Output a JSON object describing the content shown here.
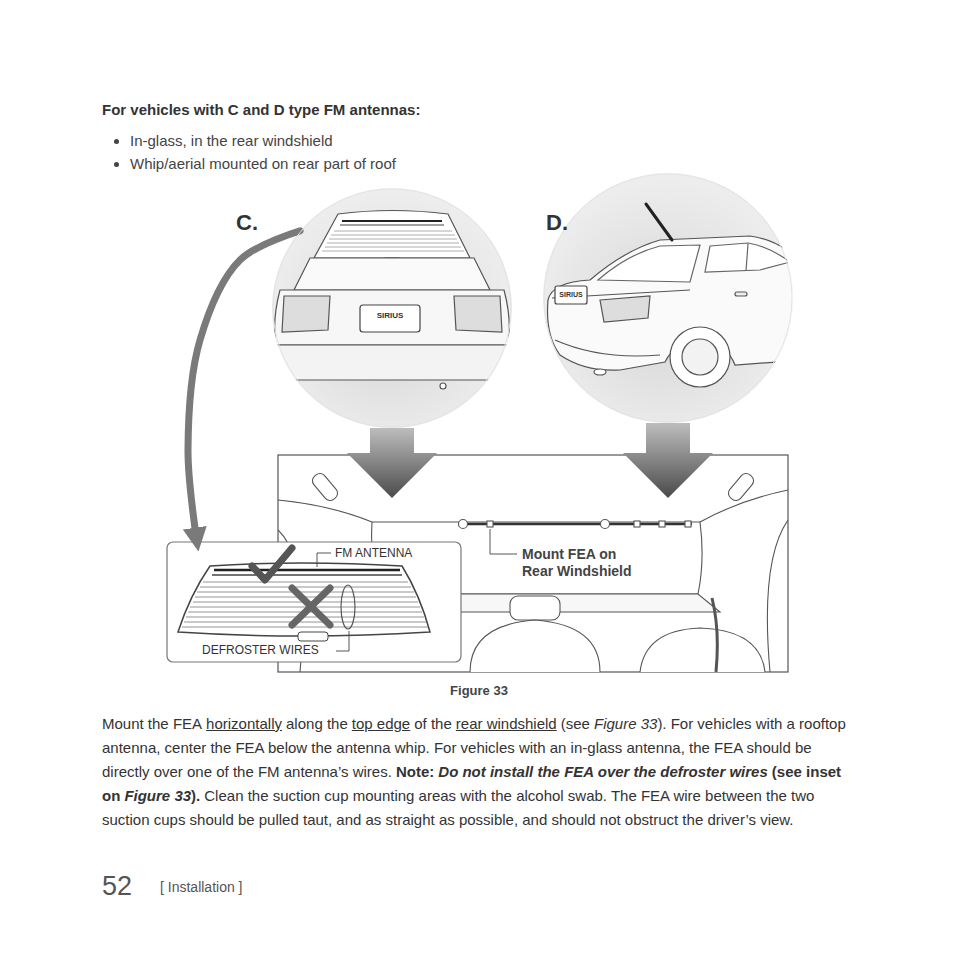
{
  "diagram": {
    "title": "For vehicles with C and D type FM antennas:",
    "caption": "Figure 33",
    "nodes": [
      {
        "text": [
          "C."
        ]
      },
      {
        "text": [
          "D."
        ]
      },
      {
        "text": [
          "Mount FEA on Rear Windshield"
        ]
      },
      {
        "text": [
          "FM ANTENNA",
          "DEFROSTER WIRES"
        ]
      }
    ],
    "edges": [
      {
        "from": 0,
        "to": 2,
        "arrow": "to"
      },
      {
        "from": 1,
        "to": 2,
        "arrow": "to"
      },
      {
        "from": 0,
        "to": 3,
        "arrow": "to"
      }
    ],
    "labels": [
      "In-glass, in the rear windshield",
      "Whip/aerial mounted on rear part of roof",
      "Mount the FEA",
      "horizontally",
      "along the",
      "top edge",
      "of the",
      "rear windshield",
      "(see",
      "Figure 33",
      "). For vehicles with a rooftop antenna, center the FEA below the antenna whip. For vehicles with an in-glass antenna, the FEA should be directly over one of the FM antenna’s wires.",
      "Note:",
      "Do not install the FEA over the defroster wires",
      "(see inset on",
      "Figure 33",
      ").",
      "Clean the suction cup mounting areas with the alcohol swab. The FEA wire between the two suction cups should be pulled taut, and as straight as possible, and should not obstruct the driver’s view.",
      "52",
      "[ Installation ]",
      "SIRIUS",
      "SIRIUS"
    ]
  }
}
